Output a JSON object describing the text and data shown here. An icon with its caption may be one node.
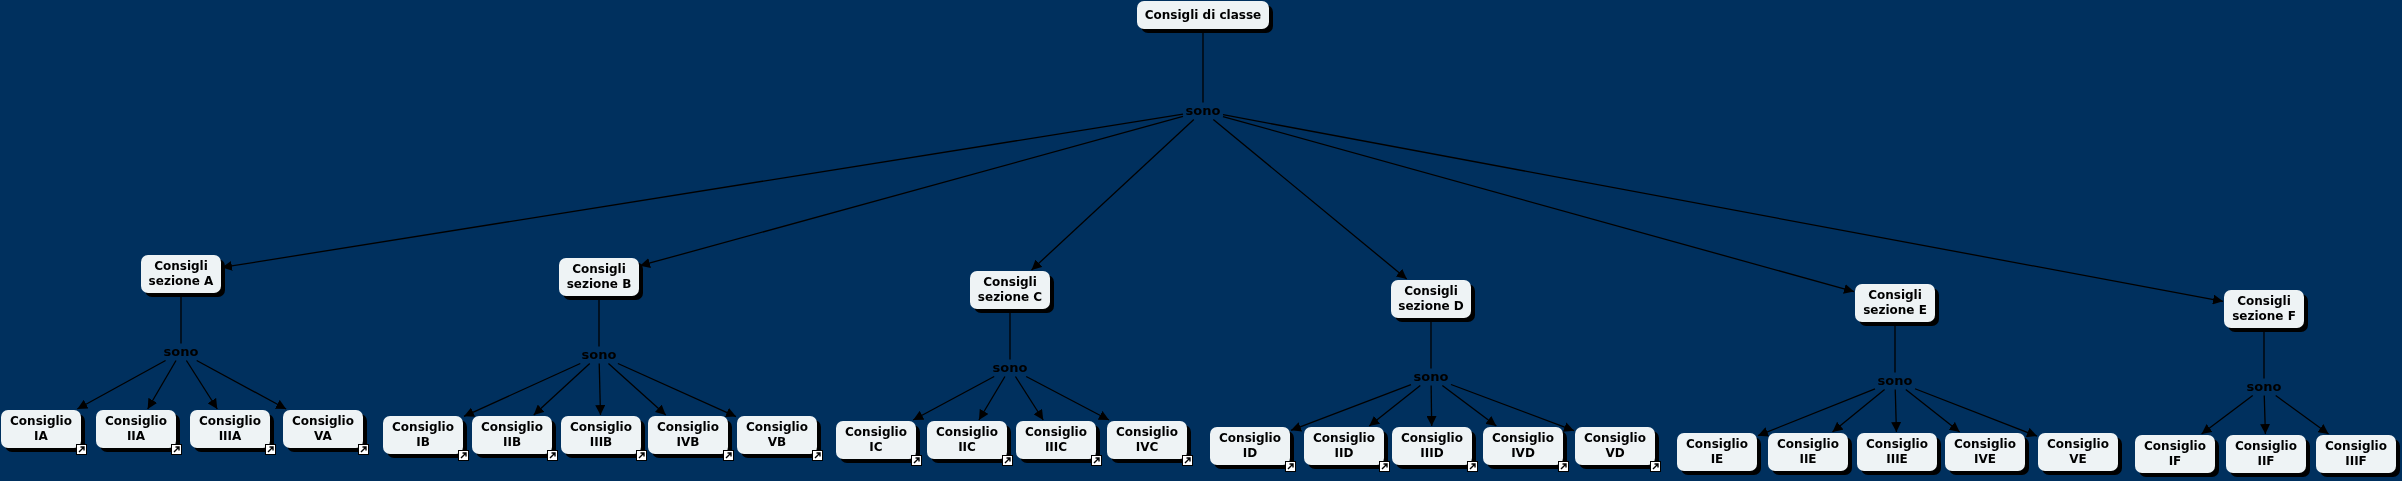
{
  "diagram": {
    "nodes": [
      {
        "text": [
          "Consigli di classe"
        ]
      },
      {
        "text": [
          "sono"
        ]
      },
      {
        "text": [
          "Consigli sezione A"
        ]
      },
      {
        "text": [
          "sono"
        ]
      },
      {
        "text": [
          "Consiglio IA"
        ]
      },
      {
        "text": [
          "Consiglio IIA"
        ]
      },
      {
        "text": [
          "Consiglio IIIA"
        ]
      },
      {
        "text": [
          "Consiglio VA"
        ]
      },
      {
        "text": [
          "Consigli sezione B"
        ]
      },
      {
        "text": [
          "sono"
        ]
      },
      {
        "text": [
          "Consiglio IB"
        ]
      },
      {
        "text": [
          "Consiglio IIB"
        ]
      },
      {
        "text": [
          "Consiglio IIIB"
        ]
      },
      {
        "text": [
          "Consiglio IVB"
        ]
      },
      {
        "text": [
          "Consiglio VB"
        ]
      },
      {
        "text": [
          "Consigli sezione C"
        ]
      },
      {
        "text": [
          "sono"
        ]
      },
      {
        "text": [
          "Consiglio IC"
        ]
      },
      {
        "text": [
          "Consiglio IIC"
        ]
      },
      {
        "text": [
          "Consiglio IIIC"
        ]
      },
      {
        "text": [
          "Consiglio IVC"
        ]
      },
      {
        "text": [
          "Consigli sezione D"
        ]
      },
      {
        "text": [
          "sono"
        ]
      },
      {
        "text": [
          "Consiglio ID"
        ]
      },
      {
        "text": [
          "Consiglio IID"
        ]
      },
      {
        "text": [
          "Consiglio IIID"
        ]
      },
      {
        "text": [
          "Consiglio IVD"
        ]
      },
      {
        "text": [
          "Consiglio VD"
        ]
      },
      {
        "text": [
          "Consigli sezione E"
        ]
      },
      {
        "text": [
          "sono"
        ]
      },
      {
        "text": [
          "Consiglio IE"
        ]
      },
      {
        "text": [
          "Consiglio IIE"
        ]
      },
      {
        "text": [
          "Consiglio IIIE"
        ]
      },
      {
        "text": [
          "Consiglio IVE"
        ]
      },
      {
        "text": [
          "Consiglio VE"
        ]
      },
      {
        "text": [
          "Consigli sezione F"
        ]
      },
      {
        "text": [
          "sono"
        ]
      },
      {
        "text": [
          "Consiglio IF"
        ]
      },
      {
        "text": [
          "Consiglio IIF"
        ]
      },
      {
        "text": [
          "Consiglio IIIF"
        ]
      }
    ],
    "edges": [
      {
        "from": 0,
        "to": 1,
        "arrow": "none"
      },
      {
        "from": 1,
        "to": 2,
        "arrow": "to"
      },
      {
        "from": 1,
        "to": 8,
        "arrow": "to"
      },
      {
        "from": 1,
        "to": 15,
        "arrow": "to"
      },
      {
        "from": 1,
        "to": 21,
        "arrow": "to"
      },
      {
        "from": 1,
        "to": 28,
        "arrow": "to"
      },
      {
        "from": 1,
        "to": 35,
        "arrow": "to"
      },
      {
        "from": 2,
        "to": 3,
        "arrow": "none"
      },
      {
        "from": 3,
        "to": 4,
        "arrow": "to"
      },
      {
        "from": 3,
        "to": 5,
        "arrow": "to"
      },
      {
        "from": 3,
        "to": 6,
        "arrow": "to"
      },
      {
        "from": 3,
        "to": 7,
        "arrow": "to"
      },
      {
        "from": 8,
        "to": 9,
        "arrow": "none"
      },
      {
        "from": 9,
        "to": 10,
        "arrow": "to"
      },
      {
        "from": 9,
        "to": 11,
        "arrow": "to"
      },
      {
        "from": 9,
        "to": 12,
        "arrow": "to"
      },
      {
        "from": 9,
        "to": 13,
        "arrow": "to"
      },
      {
        "from": 9,
        "to": 14,
        "arrow": "to"
      },
      {
        "from": 15,
        "to": 16,
        "arrow": "none"
      },
      {
        "from": 16,
        "to": 17,
        "arrow": "to"
      },
      {
        "from": 16,
        "to": 18,
        "arrow": "to"
      },
      {
        "from": 16,
        "to": 19,
        "arrow": "to"
      },
      {
        "from": 16,
        "to": 20,
        "arrow": "to"
      },
      {
        "from": 21,
        "to": 22,
        "arrow": "none"
      },
      {
        "from": 22,
        "to": 23,
        "arrow": "to"
      },
      {
        "from": 22,
        "to": 24,
        "arrow": "to"
      },
      {
        "from": 22,
        "to": 25,
        "arrow": "to"
      },
      {
        "from": 22,
        "to": 26,
        "arrow": "to"
      },
      {
        "from": 22,
        "to": 27,
        "arrow": "to"
      },
      {
        "from": 28,
        "to": 29,
        "arrow": "none"
      },
      {
        "from": 29,
        "to": 30,
        "arrow": "to"
      },
      {
        "from": 29,
        "to": 31,
        "arrow": "to"
      },
      {
        "from": 29,
        "to": 32,
        "arrow": "to"
      },
      {
        "from": 29,
        "to": 33,
        "arrow": "to"
      },
      {
        "from": 29,
        "to": 34,
        "arrow": "to"
      },
      {
        "from": 35,
        "to": 36,
        "arrow": "none"
      },
      {
        "from": 36,
        "to": 37,
        "arrow": "to"
      },
      {
        "from": 36,
        "to": 38,
        "arrow": "to"
      },
      {
        "from": 36,
        "to": 39,
        "arrow": "to"
      }
    ]
  }
}
